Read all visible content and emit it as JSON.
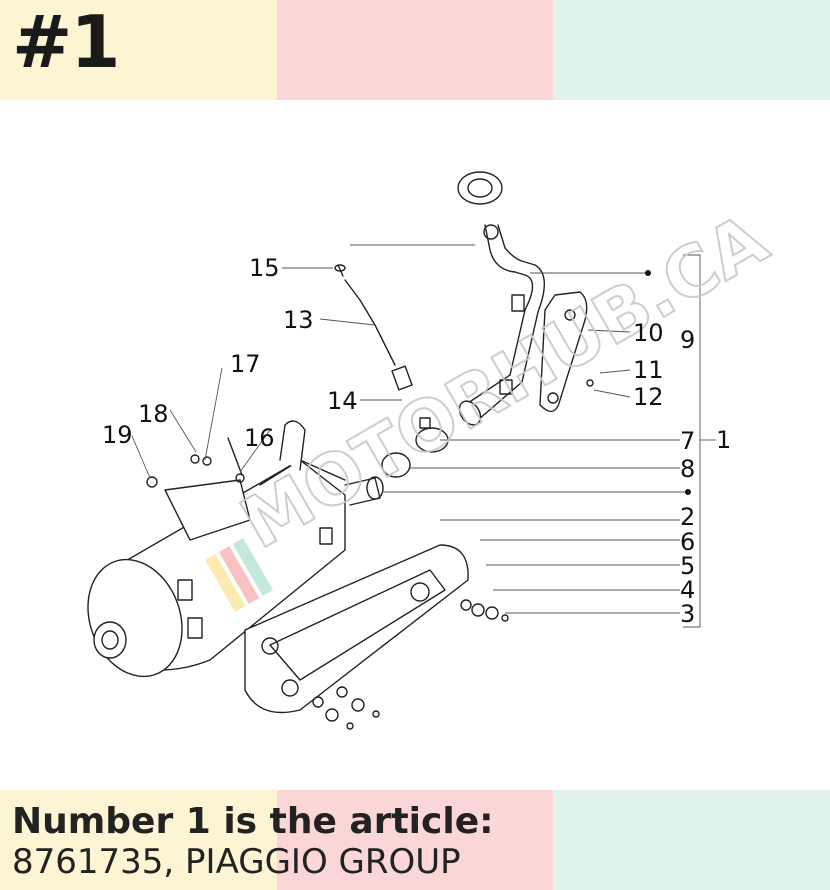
{
  "header": {
    "title": "#1"
  },
  "colors": {
    "yellow": "#fdf4d3",
    "pink": "#fbd6d6",
    "mint": "#e1f3ec"
  },
  "watermark": {
    "text": "MOTORHUB.CA"
  },
  "callouts": [
    "1",
    "2",
    "3",
    "4",
    "5",
    "6",
    "7",
    "8",
    "9",
    "10",
    "11",
    "12",
    "13",
    "14",
    "15",
    "16",
    "17",
    "18",
    "19"
  ],
  "caption": {
    "line1": "Number 1 is the article:",
    "line2": "8761735, PIAGGIO GROUP"
  }
}
